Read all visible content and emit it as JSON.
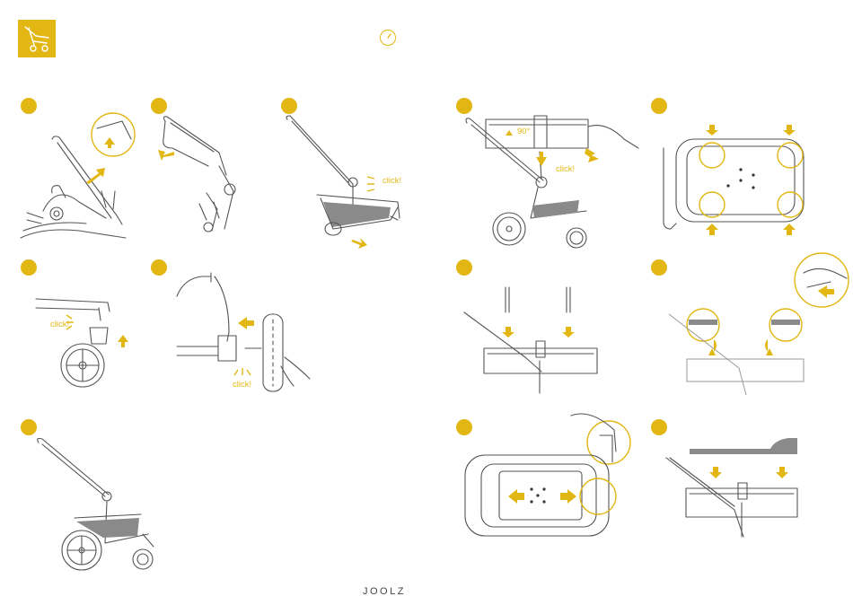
{
  "colors": {
    "accent": "#E2B714",
    "line": "#555555"
  },
  "header": {
    "badge_icon": "stroller-assembly-icon",
    "timer_icon": "clock-icon"
  },
  "labels": {
    "click_1": "click!",
    "angle_90": "90°",
    "click_2": "click!",
    "click_3": "click!",
    "click_4": "click!"
  },
  "footer": {
    "brand": "JOOLZ"
  }
}
